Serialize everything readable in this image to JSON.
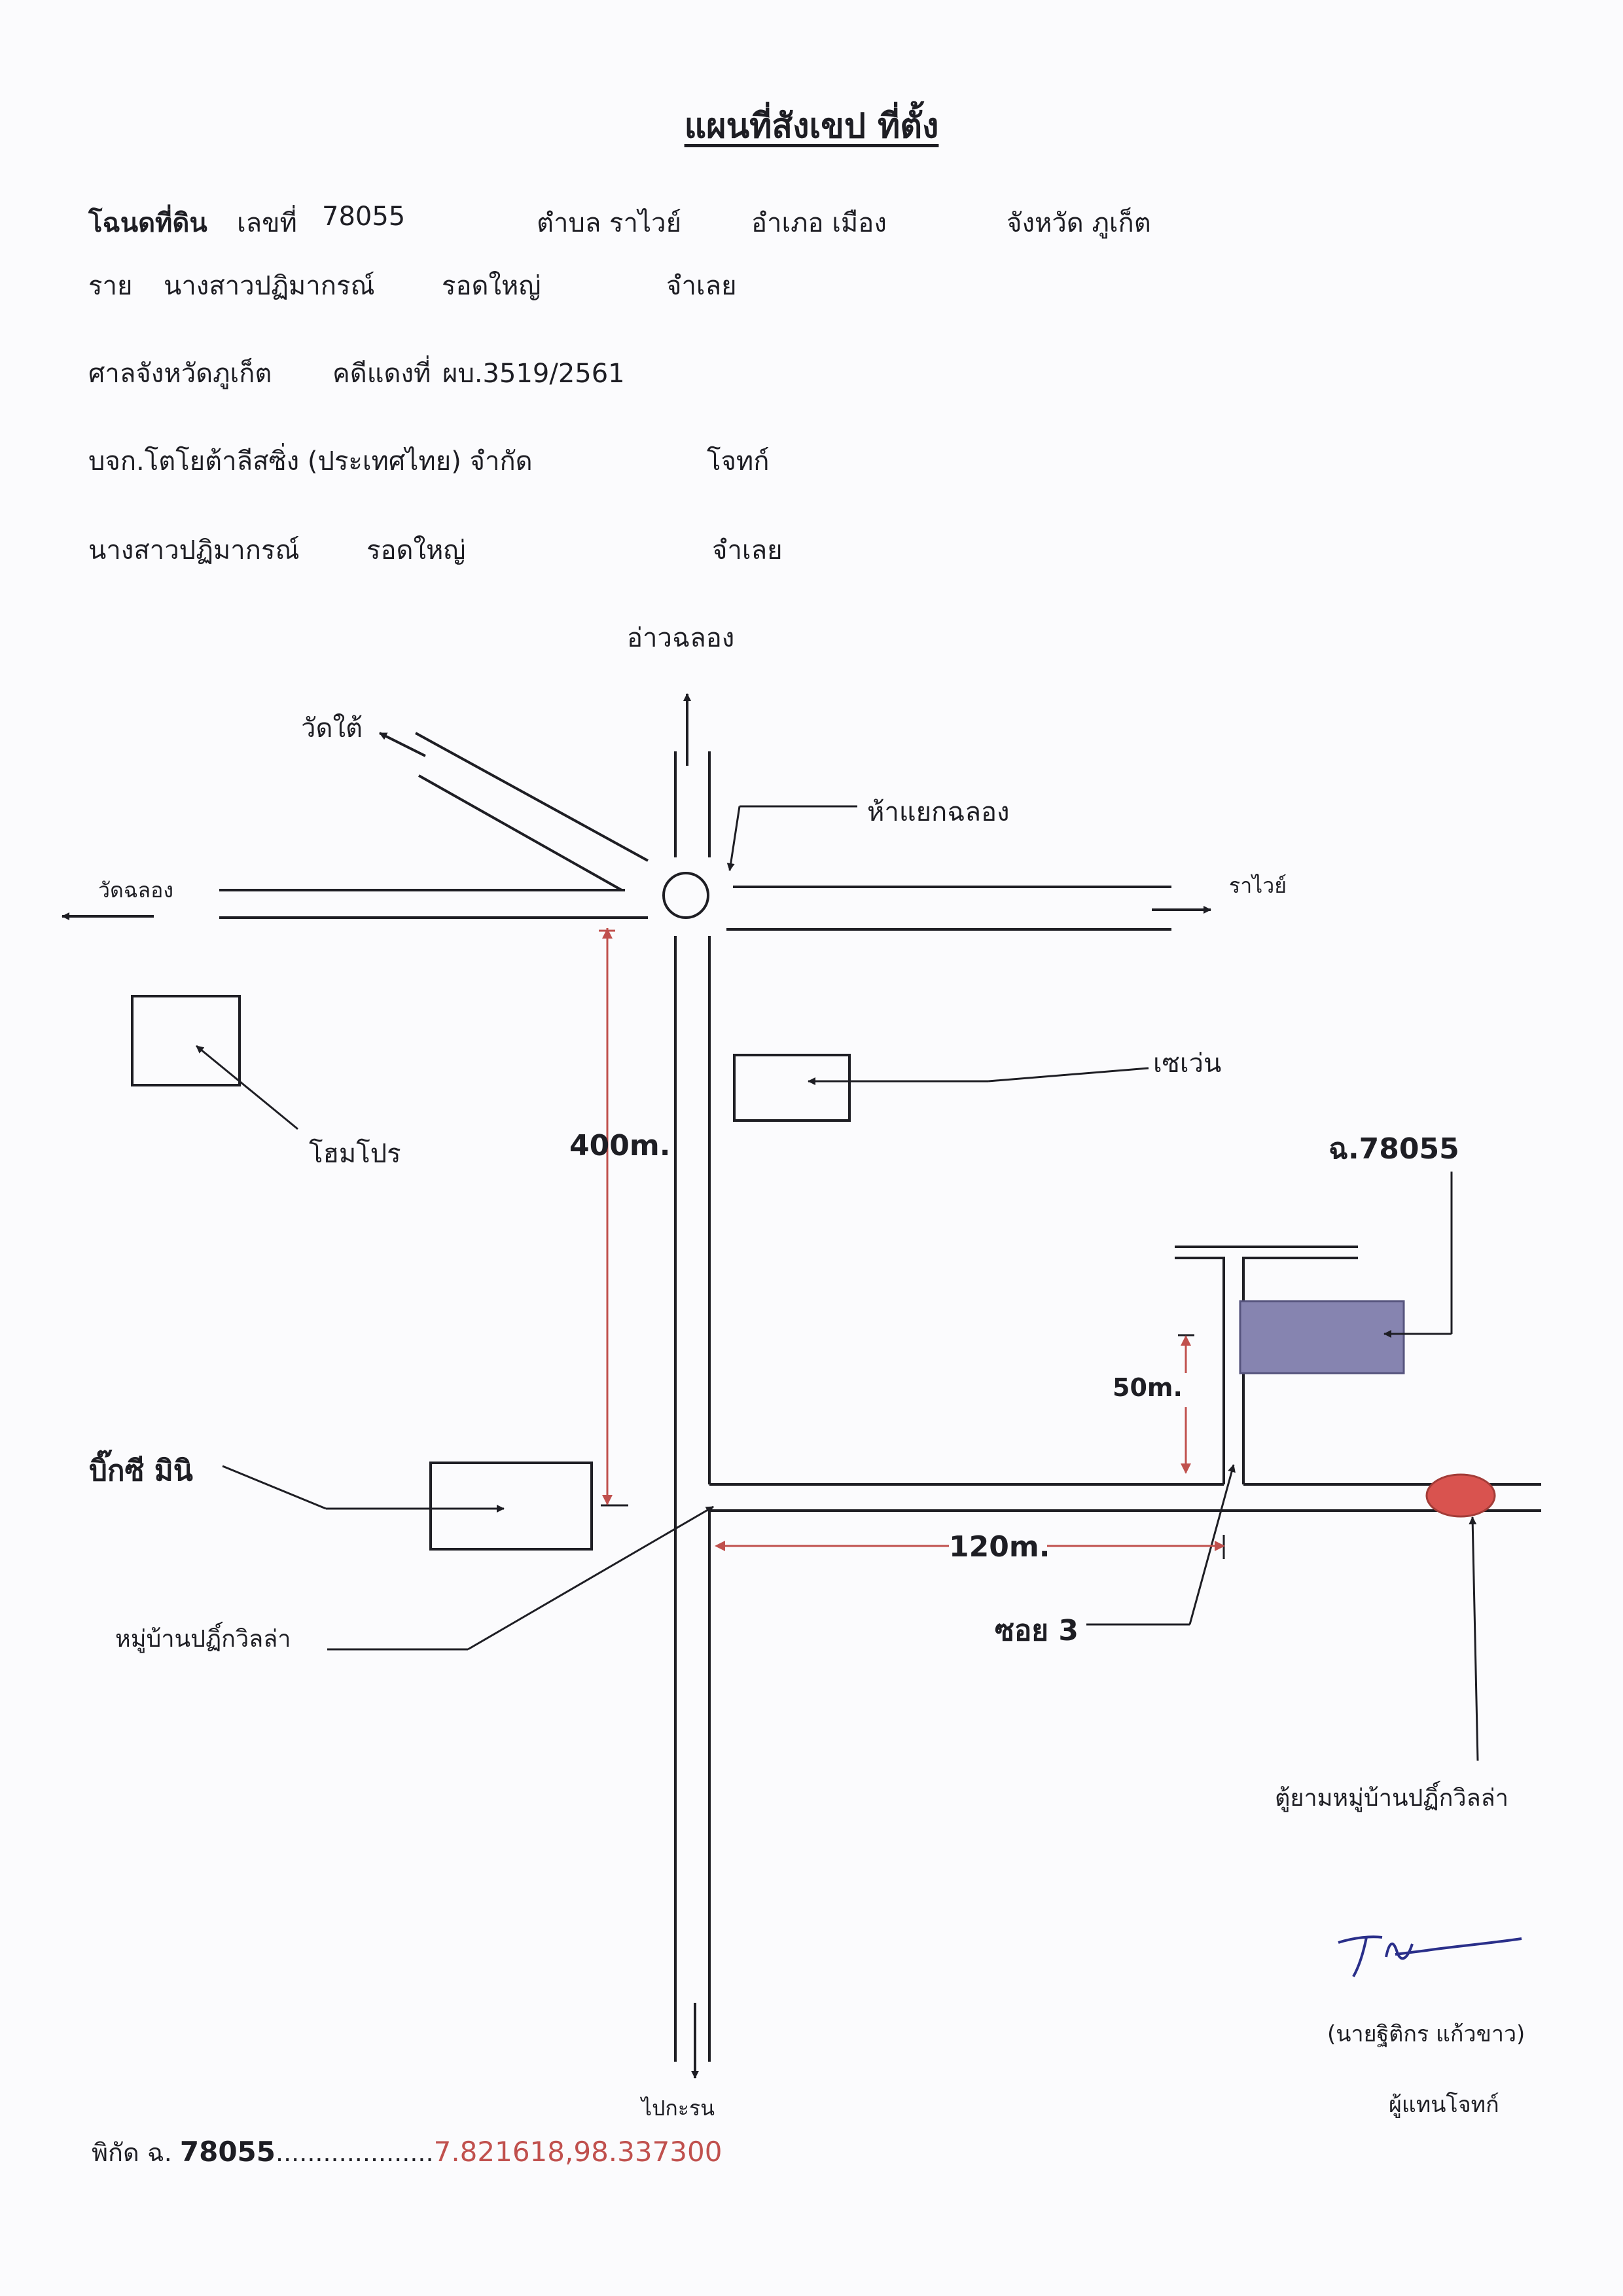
{
  "document": {
    "title": "แผนที่สังเขป  ที่ตั้ง"
  },
  "header": {
    "row1": {
      "deed_label": "โฉนดที่ดิน",
      "number_label": "เลขที่",
      "deed_number": "78055",
      "subdistrict": "ตำบล ราไวย์",
      "district": "อำเภอ เมือง",
      "province": "จังหวัด ภูเก็ต"
    },
    "row2": {
      "prefix": "ราย",
      "name": "นางสาวปฏิมากรณ์",
      "surname": "รอดใหญ่",
      "role": "จำเลย"
    },
    "row3": {
      "court": "ศาลจังหวัดภูเก็ต",
      "case_label": "คดีแดงที่",
      "case_number": "ผบ.3519/2561"
    },
    "row4": {
      "plaintiff": "บจก.โตโยต้าลีสซิ่ง (ประเทศไทย) จำกัด",
      "role": "โจทก์"
    },
    "row5": {
      "name": "นางสาวปฏิมากรณ์",
      "surname": "รอดใหญ่",
      "role": "จำเลย"
    }
  },
  "map": {
    "north_label": "อ่าวฉลอง",
    "south_label": "ไปกะรน",
    "west_label": "วัดฉลอง",
    "east_label": "ราไวย์",
    "northwest_label": "วัดใต้",
    "roundabout_label": "ห้าแยกฉลอง",
    "homepro_label": "โฮมโปร",
    "seven_label": "เซเว่น",
    "plot_label": "ฉ.78055",
    "bigc_label": "บิ๊กซี มินิ",
    "village_label": "หมู่บ้านปฏิ์กวิลล่า",
    "soi_label": "ซอย 3",
    "guardhouse_label": "ตู้ยามหมู่บ้านปฏิ์กวิลล่า",
    "dist_400": "400m.",
    "dist_50": "50m.",
    "dist_120": "120m.",
    "colors": {
      "measure": "#c0504d",
      "plot_fill": "#8684b0",
      "guardhouse_fill": "#d9534f",
      "line": "#1e1e24"
    }
  },
  "signature": {
    "name": "(นายฐิติกร   แก้วขาว)",
    "role": "ผู้แทนโจทก์"
  },
  "footer": {
    "label": "พิกัด  ฉ.",
    "number": "78055",
    "dots": "....................",
    "coordinates": "7.821618,98.337300"
  }
}
